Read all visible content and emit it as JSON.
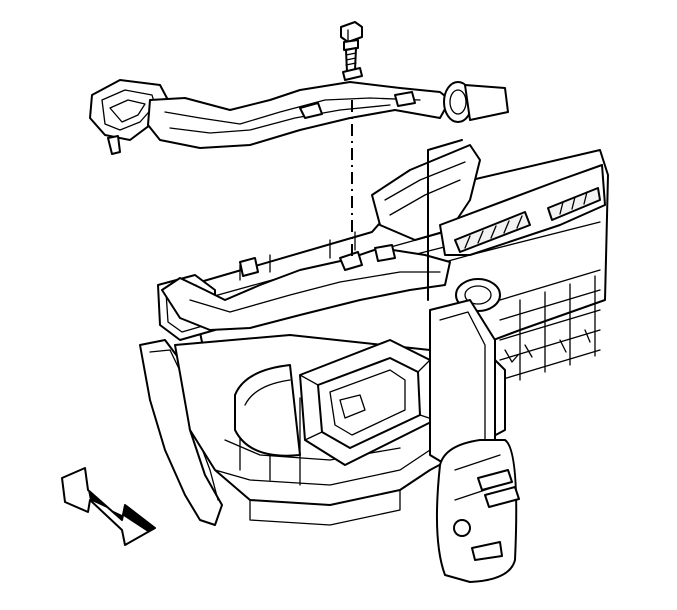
{
  "diagram": {
    "parts": [
      {
        "name": "fastener-bolt"
      },
      {
        "name": "air-duct"
      },
      {
        "name": "hvac-module-housing"
      },
      {
        "name": "blower-inlet-opening"
      },
      {
        "name": "defroster-outlet"
      },
      {
        "name": "evaporator-drain-tube"
      },
      {
        "name": "vehicle-front-direction-arrow"
      }
    ],
    "colors": {
      "line": "#000000",
      "fill": "#ffffff",
      "background": "#ffffff"
    }
  }
}
